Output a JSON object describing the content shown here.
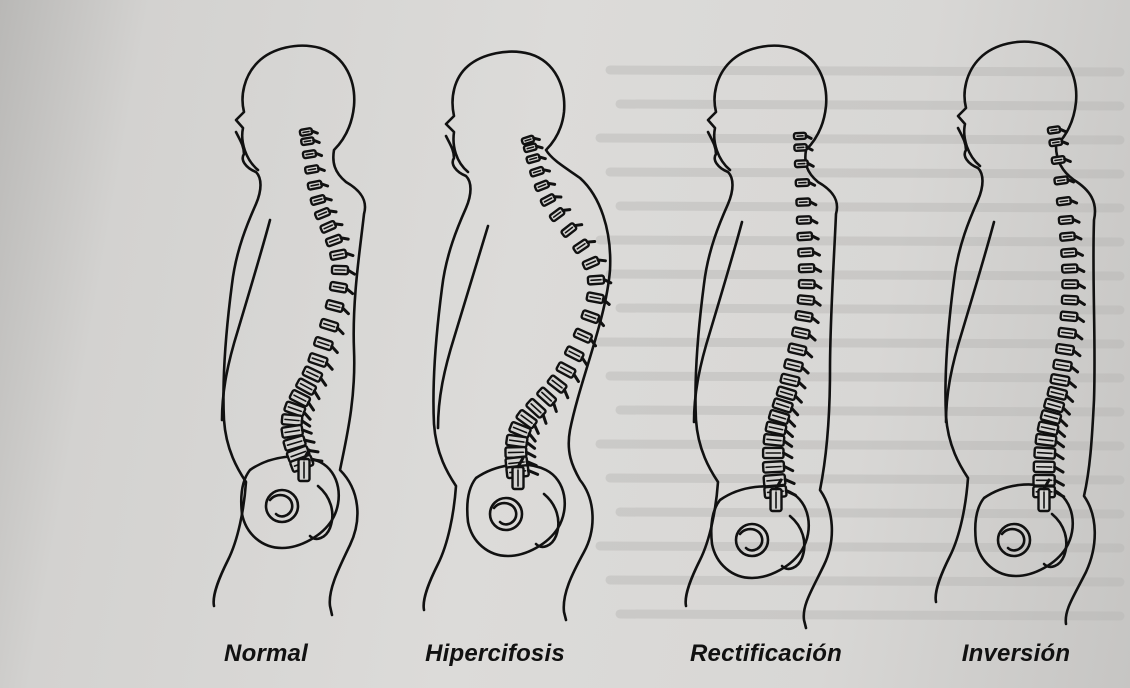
{
  "figures": [
    {
      "id": "normal",
      "label": "Normal"
    },
    {
      "id": "hipercifosis",
      "label": "Hipercifosis"
    },
    {
      "id": "rectificacion",
      "label": "Rectificación"
    },
    {
      "id": "inversion",
      "label": "Inversión"
    }
  ],
  "colors": {
    "paper": "#d8d7d5",
    "ink": "#111111"
  }
}
